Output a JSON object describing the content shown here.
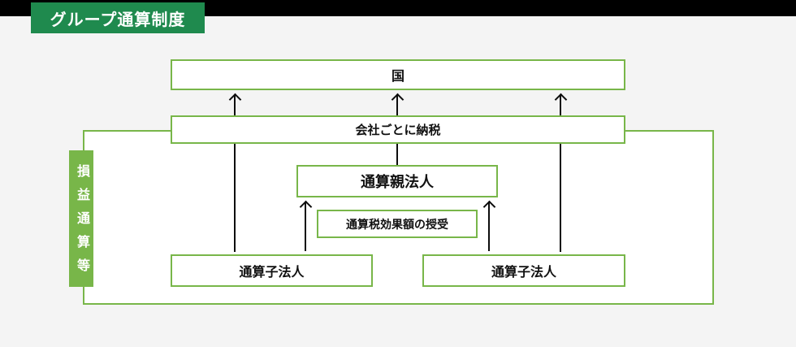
{
  "title": "グループ通算制度",
  "diagram": {
    "side_label": "損益通算等",
    "nodes": {
      "nation": "国",
      "tax_per_company": "会社ごとに納税",
      "parent": "通算親法人",
      "tax_effect_transfer": "通算税効果額の授受",
      "subsidiary_left": "通算子法人",
      "subsidiary_right": "通算子法人"
    }
  },
  "colors": {
    "accent_green": "#78B649",
    "badge_green": "#1F8A4E",
    "top_bar_black": "#000000",
    "background_gray": "#F4F4F4",
    "line_black": "#0D0D0D",
    "box_fill_white": "#FFFFFF"
  }
}
